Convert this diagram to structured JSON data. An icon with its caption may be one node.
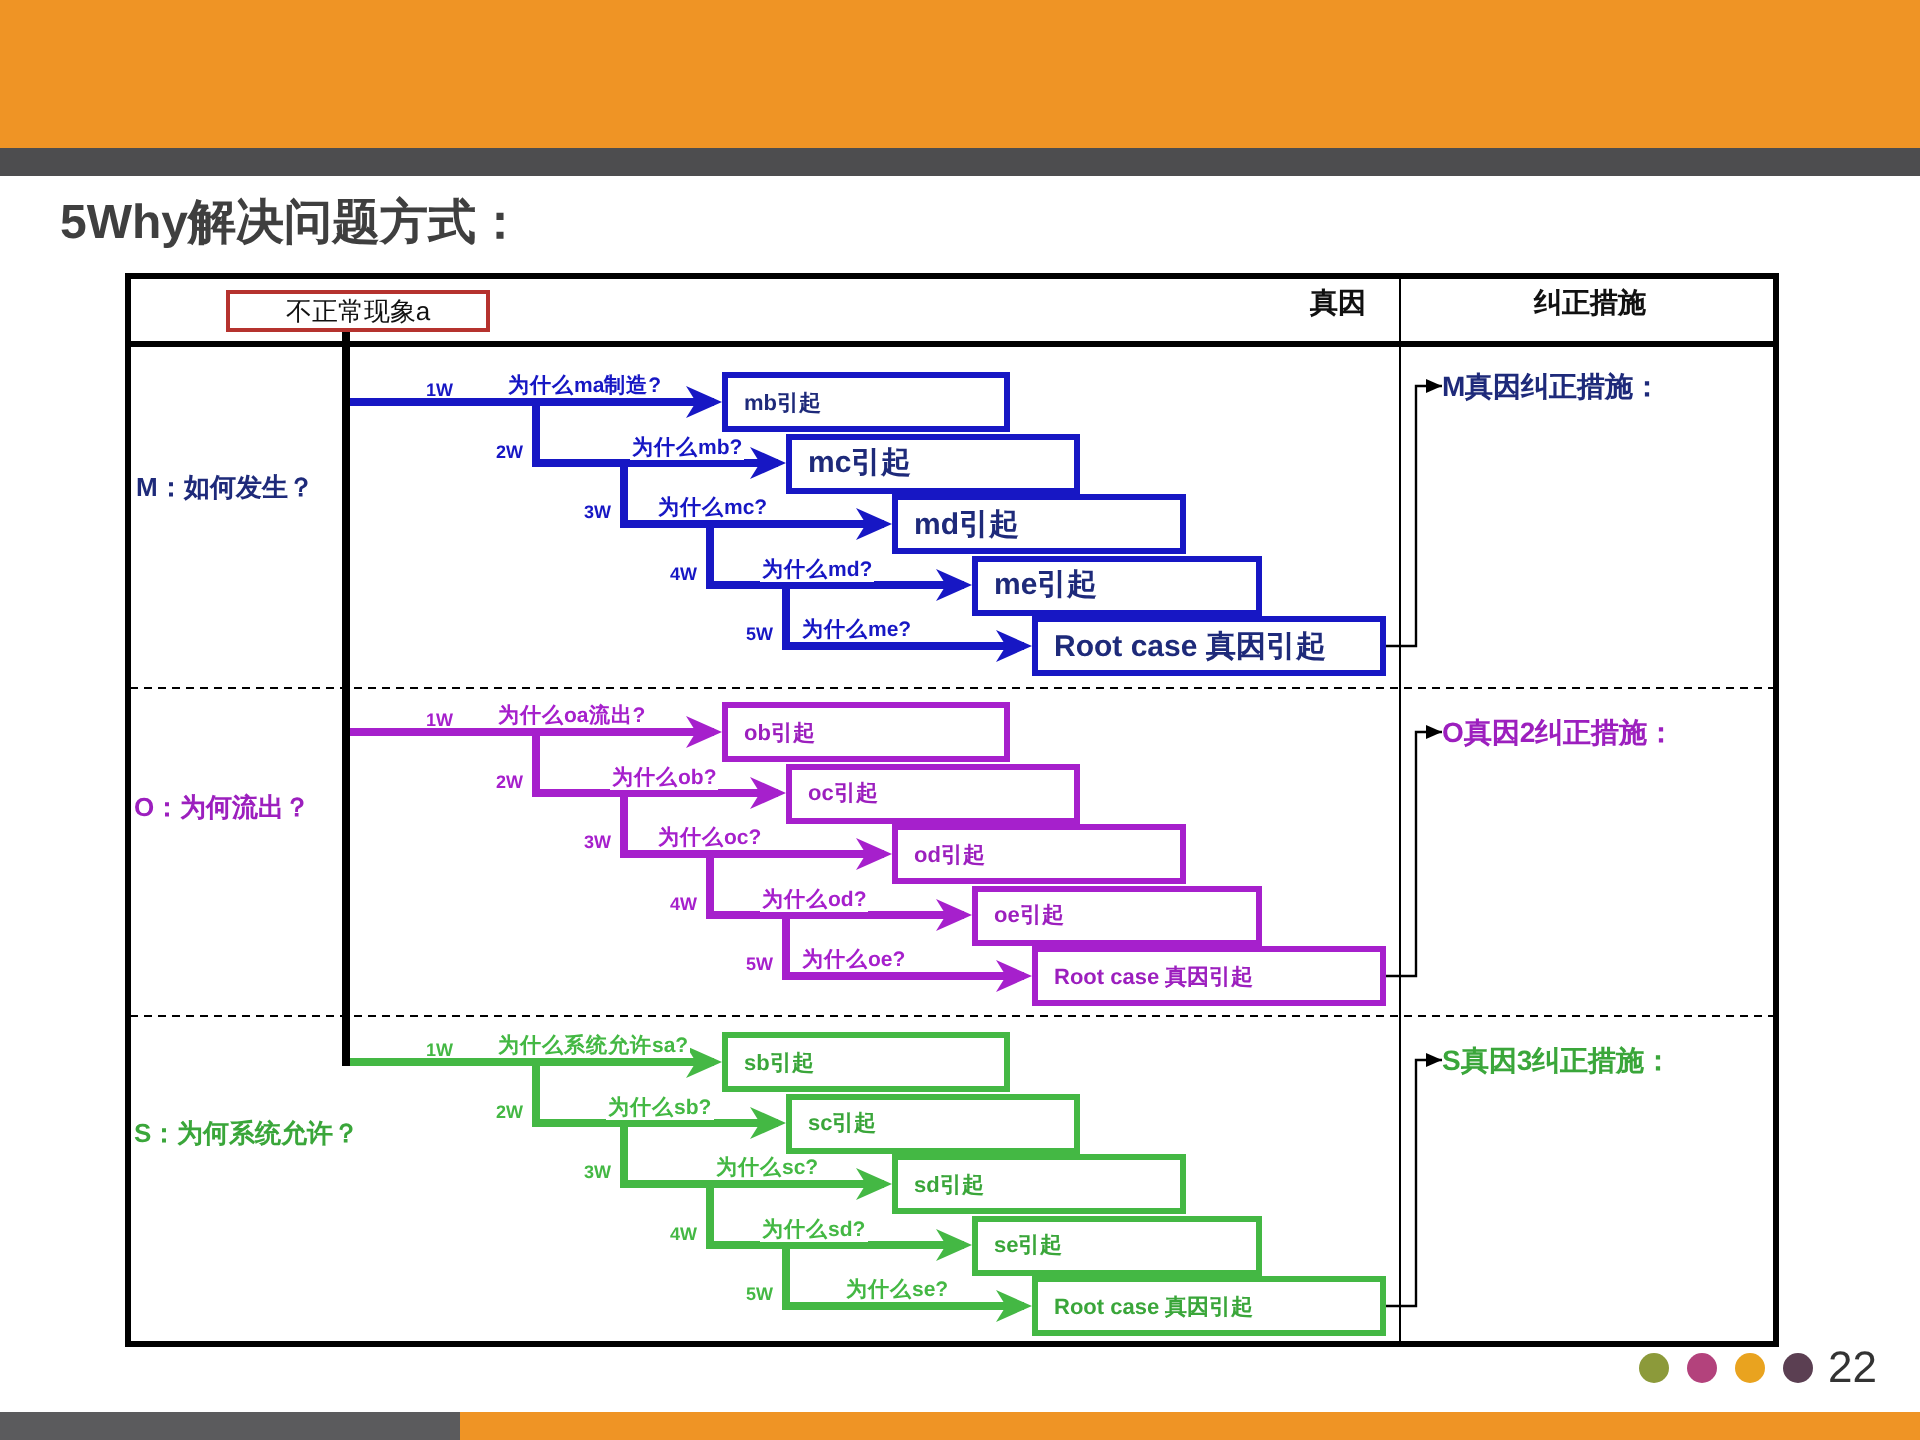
{
  "diagram": {
    "title": "5Why解决问题方式：",
    "nodes": [
      {
        "text": [
          "不正常现象a"
        ]
      },
      {
        "text": [],
        "shape": "bar"
      },
      {
        "text": [
          "mb引起"
        ]
      },
      {
        "text": [
          "mc引起"
        ]
      },
      {
        "text": [
          "md引起"
        ]
      },
      {
        "text": [
          "me引起"
        ]
      },
      {
        "text": [
          "Root case 真因引起"
        ]
      },
      {
        "text": [
          "M真因纠正措施："
        ]
      },
      {
        "text": [
          "ob引起"
        ]
      },
      {
        "text": [
          "oc引起"
        ]
      },
      {
        "text": [
          "od引起"
        ]
      },
      {
        "text": [
          "oe引起"
        ]
      },
      {
        "text": [
          "Root case 真因引起"
        ]
      },
      {
        "text": [
          "O真因2纠正措施："
        ]
      },
      {
        "text": [
          "sb引起"
        ]
      },
      {
        "text": [
          "sc引起"
        ]
      },
      {
        "text": [
          "sd引起"
        ]
      },
      {
        "text": [
          "se引起"
        ]
      },
      {
        "text": [
          "Root case 真因引起"
        ]
      },
      {
        "text": [
          "S真因3纠正措施："
        ]
      }
    ],
    "edges": [
      {
        "from": 1,
        "to": 2,
        "arrow": "to",
        "label": "为什么ma制造?",
        "color": "#1717c4"
      },
      {
        "from": null,
        "to": 3,
        "arrow": "to",
        "label": "为什么mb?",
        "color": "#1717c4"
      },
      {
        "from": null,
        "to": 4,
        "arrow": "to",
        "label": "为什么mc?",
        "color": "#1717c4"
      },
      {
        "from": null,
        "to": 5,
        "arrow": "to",
        "label": "为什么md?",
        "color": "#1717c4"
      },
      {
        "from": null,
        "to": 6,
        "arrow": "to",
        "label": "为什么me?",
        "color": "#1717c4"
      },
      {
        "from": 6,
        "to": 7,
        "arrow": "to",
        "color": "#000000"
      },
      {
        "from": 1,
        "to": 8,
        "arrow": "to",
        "label": "为什么oa流出?",
        "color": "#a620cc"
      },
      {
        "from": null,
        "to": 9,
        "arrow": "to",
        "label": "为什么ob?",
        "color": "#a620cc"
      },
      {
        "from": null,
        "to": 10,
        "arrow": "to",
        "label": "为什么oc?",
        "color": "#a620cc"
      },
      {
        "from": null,
        "to": 11,
        "arrow": "to",
        "label": "为什么od?",
        "color": "#a620cc"
      },
      {
        "from": null,
        "to": 12,
        "arrow": "to",
        "label": "为什么oe?",
        "color": "#a620cc"
      },
      {
        "from": 12,
        "to": 13,
        "arrow": "to",
        "color": "#000000"
      },
      {
        "from": 1,
        "to": 14,
        "arrow": "to",
        "label": "为什么系统允许sa?",
        "color": "#44b844"
      },
      {
        "from": null,
        "to": 15,
        "arrow": "to",
        "label": "为什么sb?",
        "color": "#44b844"
      },
      {
        "from": null,
        "to": 16,
        "arrow": "to",
        "label": "为什么sc?",
        "color": "#44b844"
      },
      {
        "from": null,
        "to": 17,
        "arrow": "to",
        "label": "为什么sd?",
        "color": "#44b844"
      },
      {
        "from": null,
        "to": 18,
        "arrow": "to",
        "label": "为什么se?",
        "color": "#44b844"
      },
      {
        "from": 18,
        "to": 19,
        "arrow": "to",
        "color": "#000000"
      }
    ],
    "labels": [
      "真因",
      "纠正措施",
      "M：如何发生？",
      "1W",
      "2W",
      "3W",
      "4W",
      "5W",
      "O：为何流出？",
      "1W",
      "2W",
      "3W",
      "4W",
      "5W",
      "S：为何系统允许？",
      "1W",
      "2W",
      "3W",
      "4W",
      "5W",
      "22"
    ]
  }
}
